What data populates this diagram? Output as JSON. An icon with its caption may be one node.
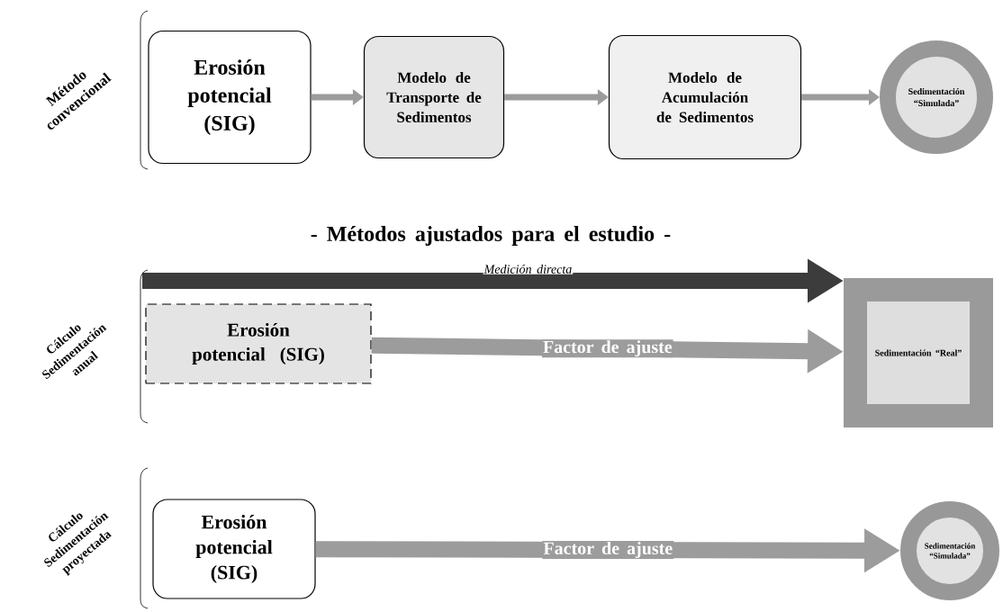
{
  "diagram": {
    "nodes": [
      {
        "text": [
          "Erosión potencial (SIG)"
        ]
      },
      {
        "text": [
          "Modelo de Transporte de Sedimentos"
        ]
      },
      {
        "text": [
          "Modelo de Acumulación de Sedimentos"
        ]
      },
      {
        "text": [
          "Sedimentación “Simulada”"
        ]
      },
      {
        "text": [
          "Erosión potencial (SIG)"
        ]
      },
      {
        "text": [
          "Sedimentación “Real”"
        ]
      },
      {
        "text": [
          "Erosión potencial (SIG)"
        ]
      },
      {
        "text": [
          "Sedimentación “Simulada”"
        ]
      }
    ],
    "edges": [
      {
        "from": 0,
        "to": 1,
        "arrow": "to"
      },
      {
        "from": 1,
        "to": 2,
        "arrow": "to"
      },
      {
        "from": 2,
        "to": 3,
        "arrow": "to"
      },
      {
        "from": null,
        "to": 5,
        "arrow": "to",
        "label": "Medición directa",
        "style": "thick",
        "color": "#3c3c3c"
      },
      {
        "from": 4,
        "to": 5,
        "arrow": "to",
        "label": "Factor de ajuste",
        "style": "thick"
      },
      {
        "from": 6,
        "to": 7,
        "arrow": "to",
        "label": "Factor de ajuste",
        "style": "thick"
      }
    ],
    "labels": [
      "Método convencional",
      "- Métodos ajustados para el estudio -",
      "Cálculo Sedimentación anual",
      "Cálculo Sedimentación proyectada"
    ]
  }
}
